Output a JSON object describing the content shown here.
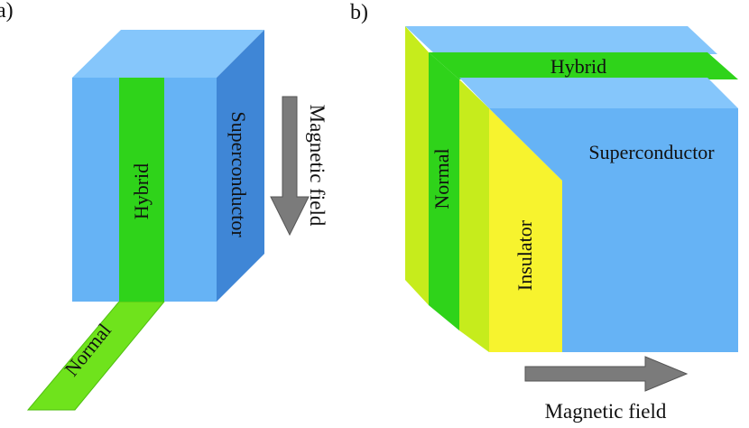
{
  "panel_a": {
    "label": "a)",
    "layers": {
      "hybrid": "Hybrid",
      "superconductor": "Superconductor",
      "normal": "Normal"
    },
    "field_label": "Magnetic field"
  },
  "panel_b": {
    "label": "b)",
    "layers": {
      "hybrid": "Hybrid",
      "superconductor": "Superconductor",
      "normal": "Normal",
      "insulator": "Insulator"
    },
    "field_label": "Magnetic field"
  },
  "colors": {
    "superconductor_front": "#66b3f5",
    "superconductor_top": "#85c6fb",
    "superconductor_side": "#3f86d6",
    "hybrid": "#2fd31a",
    "normal": "#c6ec1c",
    "insulator": "#f7f32e",
    "arrow": "#7b7b7b"
  }
}
